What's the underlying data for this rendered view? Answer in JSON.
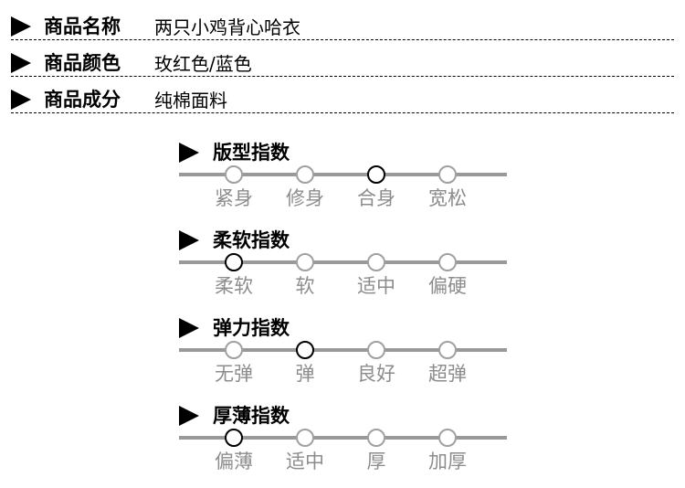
{
  "product_info": [
    {
      "label": "商品名称",
      "value": "两只小鸡背心哈衣"
    },
    {
      "label": "商品颜色",
      "value": "玫红色/蓝色"
    },
    {
      "label": "商品成分",
      "value": "纯棉面料"
    }
  ],
  "indices": [
    {
      "title": "版型指数",
      "options": [
        "紧身",
        "修身",
        "合身",
        "宽松"
      ],
      "selected": 2
    },
    {
      "title": "柔软指数",
      "options": [
        "柔软",
        "软",
        "适中",
        "偏硬"
      ],
      "selected": 0
    },
    {
      "title": "弹力指数",
      "options": [
        "无弹",
        "弹",
        "良好",
        "超弹"
      ],
      "selected": 1
    },
    {
      "title": "厚薄指数",
      "options": [
        "偏薄",
        "适中",
        "厚",
        "加厚"
      ],
      "selected": 0
    }
  ],
  "colors": {
    "track": "#999999",
    "dot_inactive": "#a0a0a0",
    "dot_active": "#000000",
    "option_text": "#8c8c8c"
  }
}
